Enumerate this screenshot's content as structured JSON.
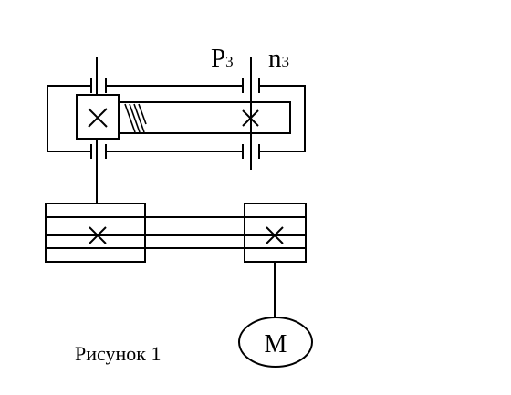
{
  "labels": {
    "power": "P",
    "power_sub": "3",
    "speed": "n",
    "speed_sub": "3",
    "motor": "М",
    "caption": "Рисунок 1"
  },
  "colors": {
    "stroke": "#000000",
    "background": "#ffffff"
  }
}
